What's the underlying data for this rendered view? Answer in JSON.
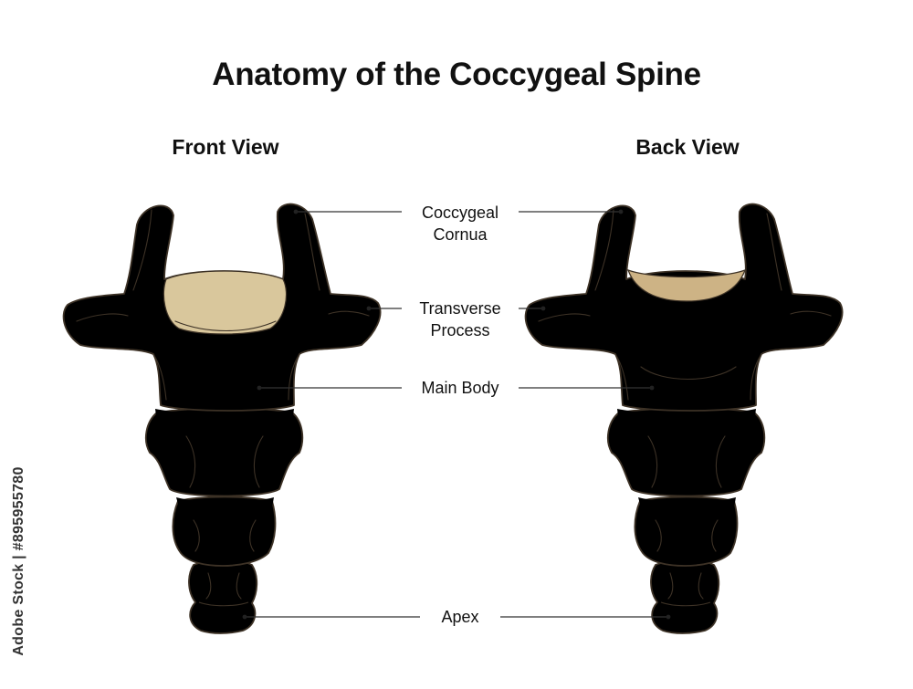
{
  "title": "Anatomy of the Coccygeal Spine",
  "views": {
    "front": "Front View",
    "back": "Back View"
  },
  "labels": {
    "cornua": [
      "Coccygeal",
      "Cornua"
    ],
    "transverse": [
      "Transverse",
      "Process"
    ],
    "main_body": "Main Body",
    "apex": "Apex"
  },
  "watermark": "Adobe Stock | #895955780",
  "colors": {
    "front_bone": "#ece0be",
    "front_shade": "#d9c79c",
    "back_bone": "#e3cfa6",
    "back_shade": "#cdb385",
    "outline": "#3d3226",
    "leader": "#333333"
  }
}
